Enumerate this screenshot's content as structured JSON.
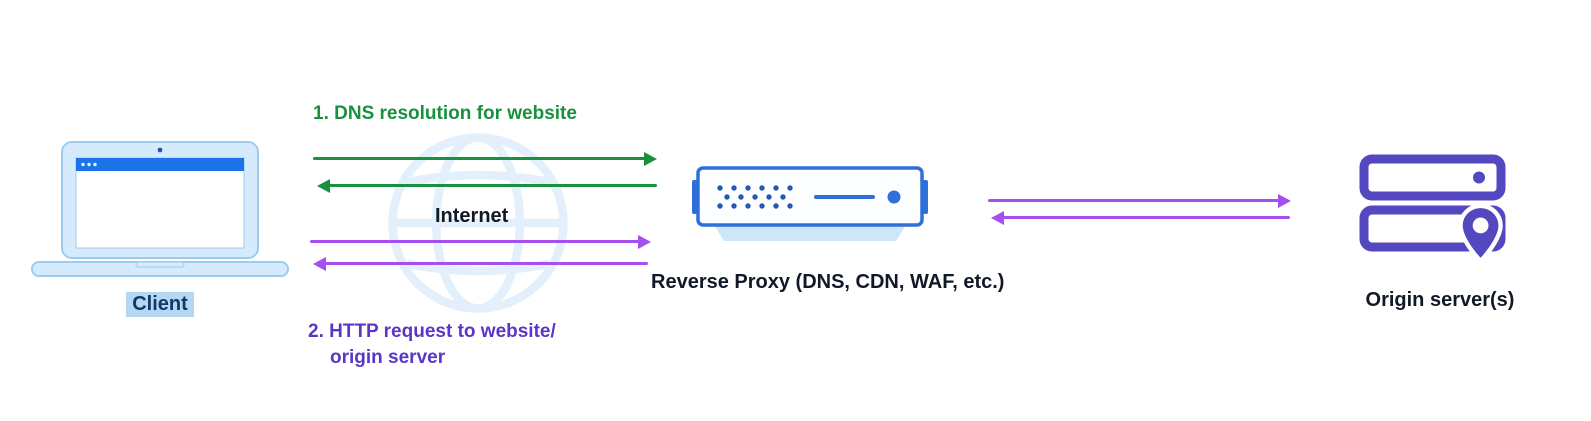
{
  "colors": {
    "flow_green": "#18913e",
    "flow_purple": "#a64ff0",
    "flow_purple_text": "#5b35c9",
    "label_dark": "#111827",
    "proxy_blue": "#2e6fd8",
    "proxy_blue_dark": "#2458b3",
    "proxy_base": "#cde6fa",
    "laptop_fill": "#d5eafc",
    "laptop_stroke": "#9ccbf0",
    "toolbar_blue": "#1a73e8",
    "client_text": "#0f3a68",
    "client_highlight": "#b5d7f3",
    "origin_indigo": "#5348c0",
    "globe_watermark": "#e3f0fb"
  },
  "nodes": {
    "client": {
      "label": "Client",
      "icon": "laptop-icon"
    },
    "internet": {
      "label": "Internet",
      "icon": "globe-icon"
    },
    "reverse_proxy": {
      "label": "Reverse Proxy (DNS, CDN, WAF, etc.)",
      "icon": "proxy-appliance-icon"
    },
    "origin": {
      "label": "Origin server(s)",
      "icon": "server-stack-location-icon"
    }
  },
  "flows": {
    "dns_resolution": {
      "step": "1",
      "label": "1. DNS resolution for website",
      "color": "#18913e",
      "direction": "bidirectional"
    },
    "http_request": {
      "step": "2",
      "label_line1": "2. HTTP request to website/",
      "label_line2": "origin server",
      "color": "#a64ff0",
      "direction": "bidirectional"
    },
    "proxy_to_origin": {
      "label": "",
      "color": "#a64ff0",
      "direction": "bidirectional"
    }
  }
}
